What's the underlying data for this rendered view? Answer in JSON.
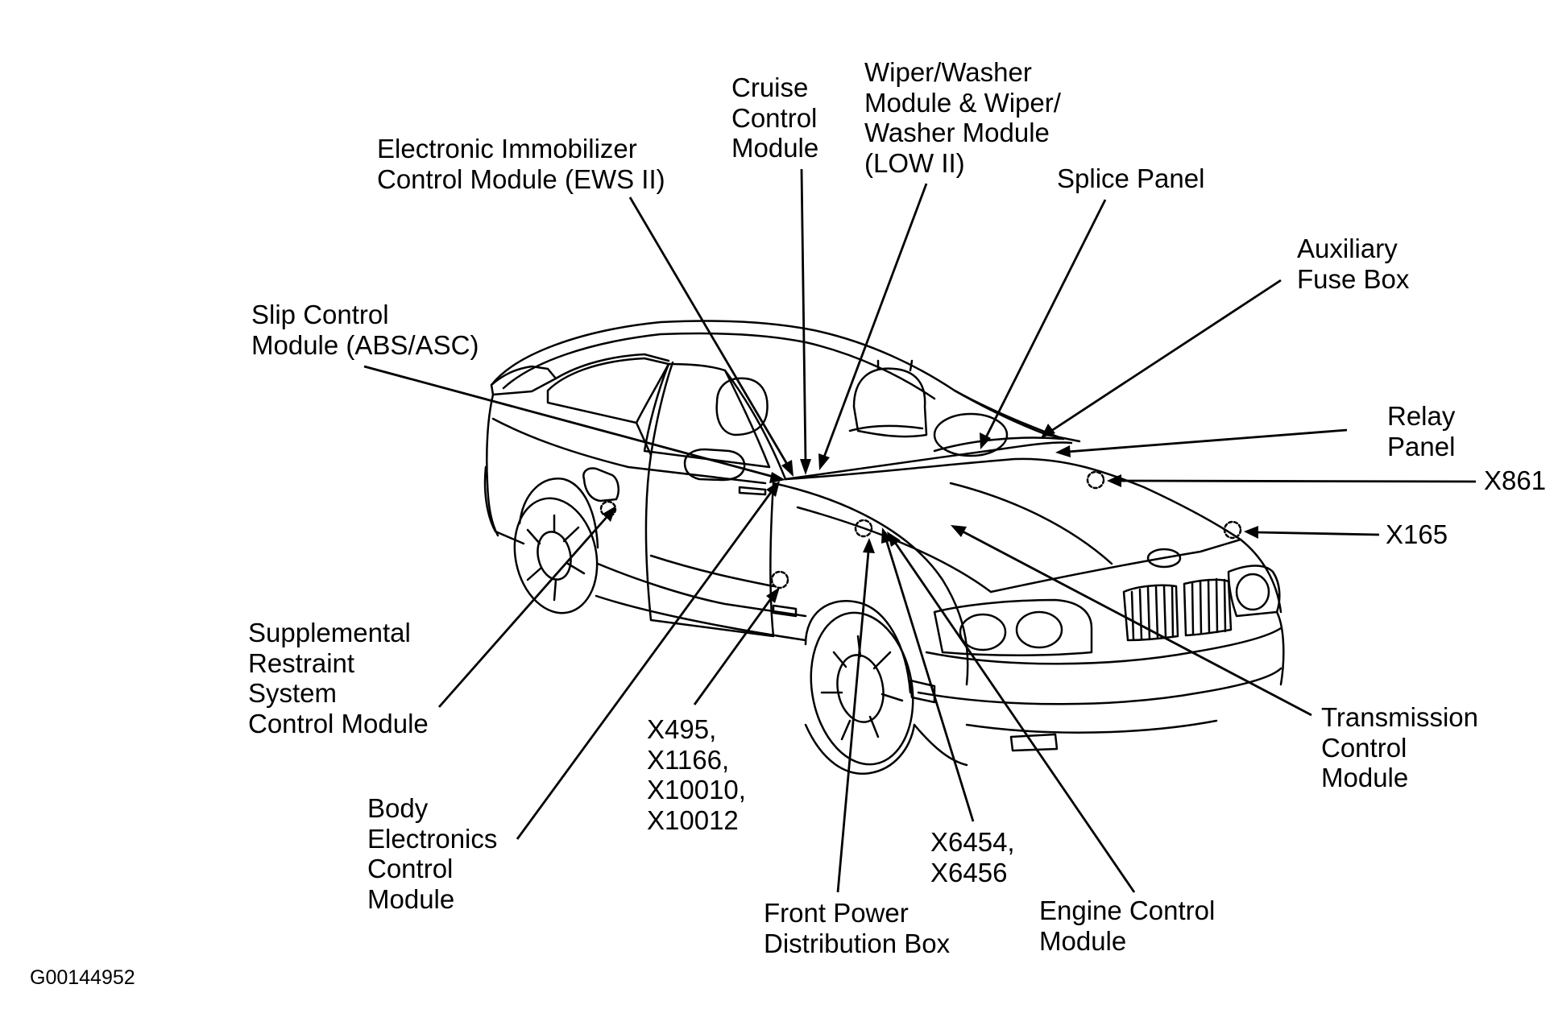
{
  "labels": {
    "cruise": [
      "Cruise",
      "Control",
      "Module"
    ],
    "wiper": [
      "Wiper/Washer",
      "Module & Wiper/",
      "Washer Module",
      "(LOW II)"
    ],
    "ews": [
      "Electronic Immobilizer",
      "Control Module (EWS II)"
    ],
    "splice": [
      "Splice Panel"
    ],
    "aux_fuse": [
      "Auxiliary",
      "Fuse Box"
    ],
    "slip": [
      "Slip Control",
      "Module (ABS/ASC)"
    ],
    "relay": [
      "Relay",
      "Panel"
    ],
    "x861": [
      "X861"
    ],
    "x165": [
      "X165"
    ],
    "srs": [
      "Supplemental",
      "Restraint",
      "System",
      "Control Module"
    ],
    "x495": [
      "X495,",
      "X1166,",
      "X10010,",
      "X10012"
    ],
    "transmission": [
      "Transmission",
      "Control",
      "Module"
    ],
    "body": [
      "Body",
      "Electronics",
      "Control",
      "Module"
    ],
    "x6454": [
      "X6454,",
      "X6456"
    ],
    "front_power": [
      "Front Power",
      "Distribution Box"
    ],
    "engine": [
      "Engine Control",
      "Module"
    ]
  },
  "figure_id": "G00144952",
  "colors": {
    "ink": "#000000",
    "background": "#ffffff"
  }
}
